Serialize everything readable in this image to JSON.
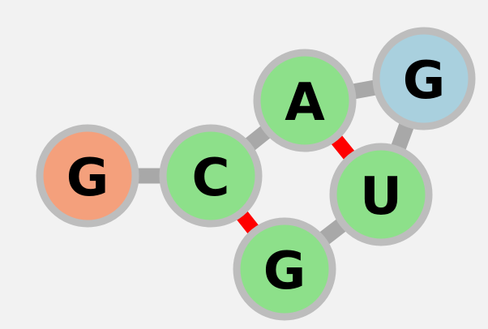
{
  "colors": {
    "background": "#f2f2f2",
    "node_outline": "#bdbdbd",
    "backbone_link": "#a8a8a8",
    "base_pair_link": "#ff0000",
    "node_orange": "#f4a07c",
    "node_green": "#8de08a",
    "node_blue": "#a9d0de"
  },
  "nodes": [
    {
      "letter": "G",
      "fill": "#f4a07c"
    },
    {
      "letter": "C",
      "fill": "#8de08a"
    },
    {
      "letter": "A",
      "fill": "#8de08a"
    },
    {
      "letter": "G",
      "fill": "#a9d0de"
    },
    {
      "letter": "U",
      "fill": "#8de08a"
    },
    {
      "letter": "G",
      "fill": "#8de08a"
    }
  ],
  "links": [
    {
      "from": 0,
      "to": 1,
      "kind": "backbone"
    },
    {
      "from": 1,
      "to": 2,
      "kind": "backbone"
    },
    {
      "from": 2,
      "to": 3,
      "kind": "backbone"
    },
    {
      "from": 3,
      "to": 4,
      "kind": "backbone"
    },
    {
      "from": 4,
      "to": 5,
      "kind": "backbone"
    },
    {
      "from": 1,
      "to": 5,
      "kind": "base-pair"
    },
    {
      "from": 2,
      "to": 4,
      "kind": "base-pair"
    }
  ]
}
